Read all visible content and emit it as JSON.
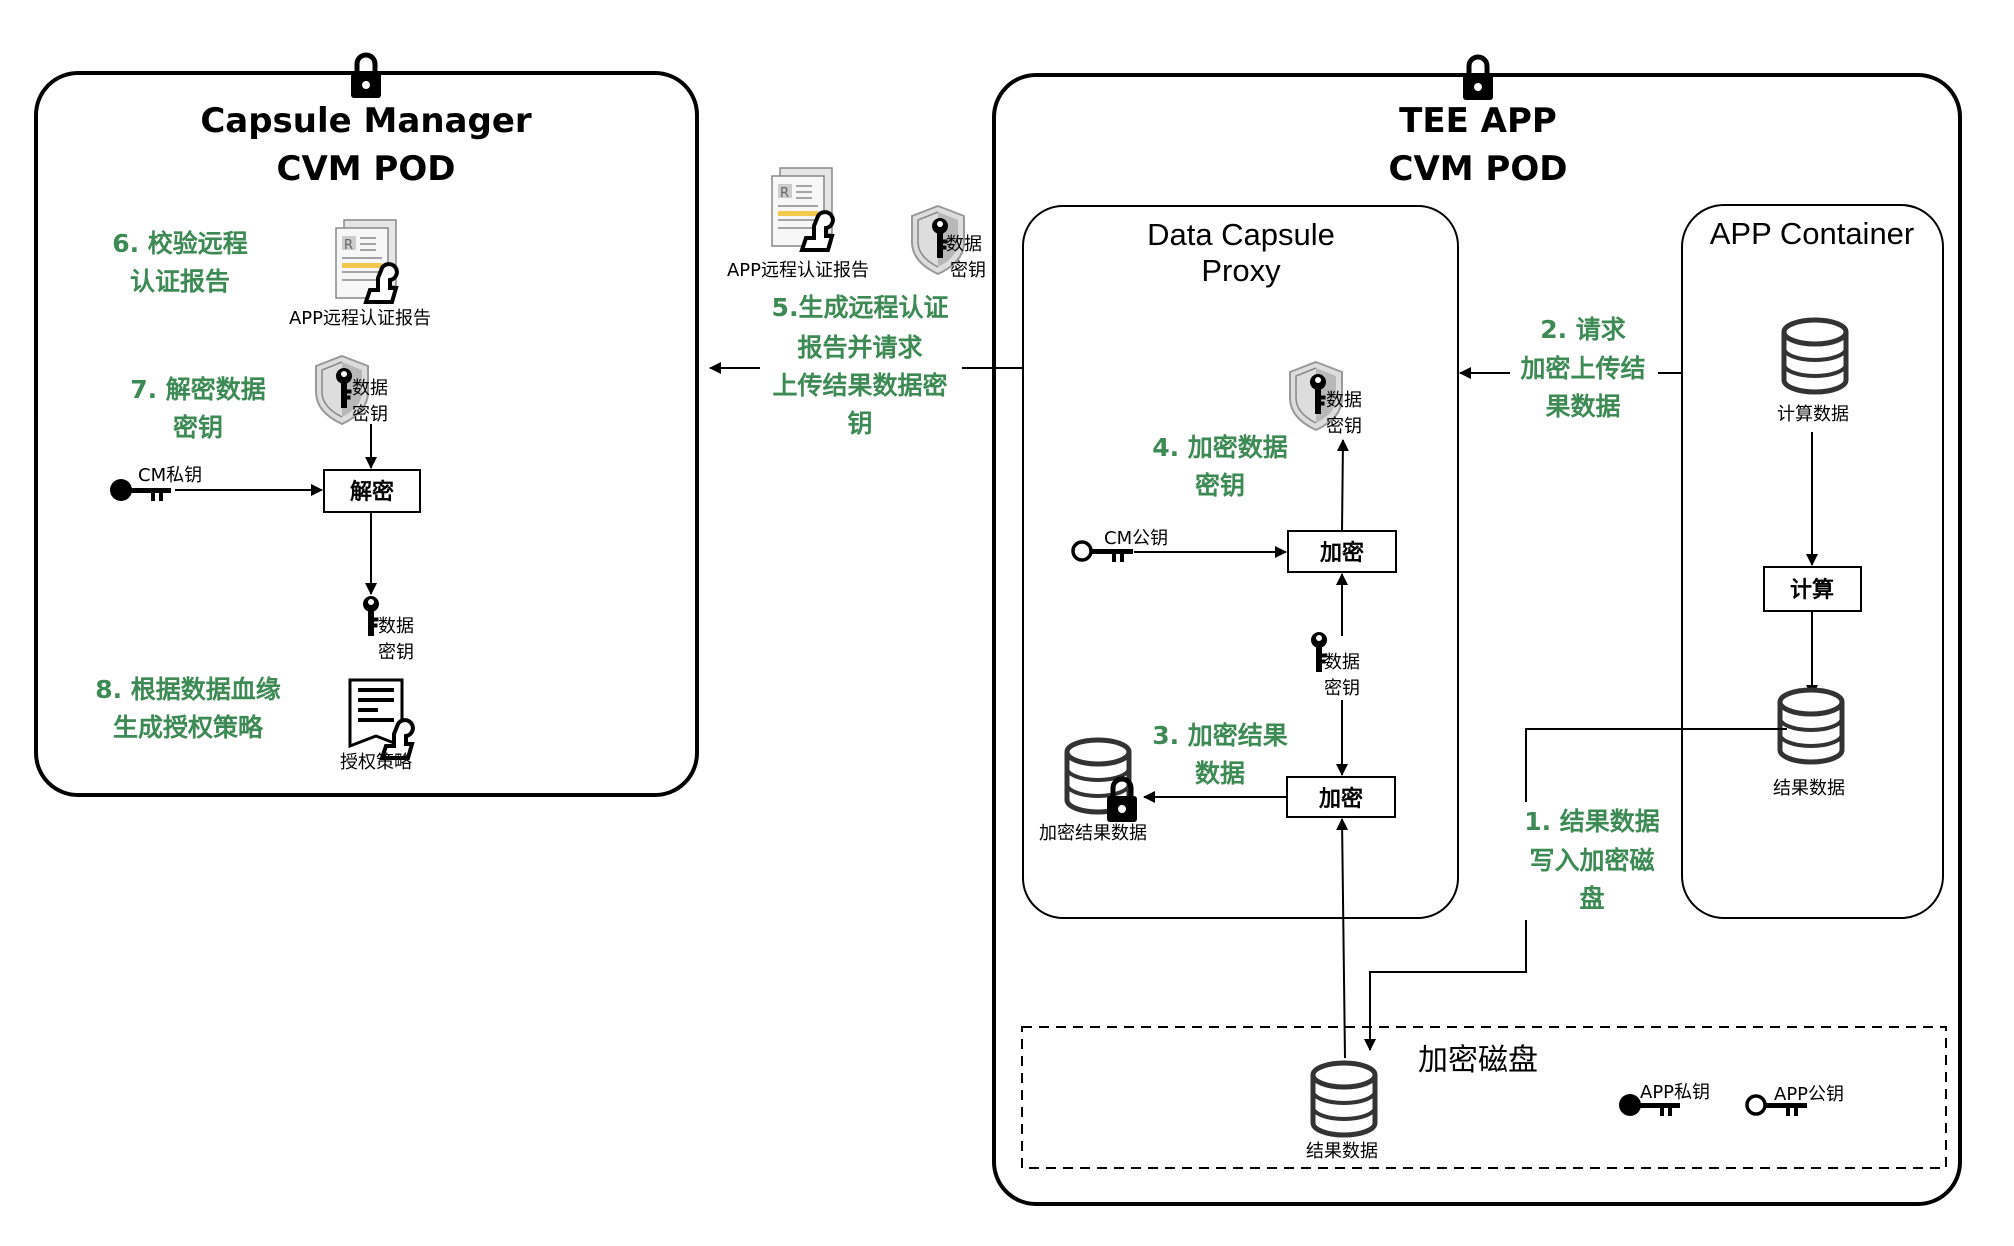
{
  "capsule_manager": {
    "title_line1": "Capsule Manager",
    "title_line2": "CVM POD",
    "report_label": "APP远程认证报告",
    "data_key_label_1": "数据",
    "data_key_label_2": "密钥",
    "cm_private_key": "CM私钥",
    "decrypt_box": "解密",
    "out_key_label_1": "数据",
    "out_key_label_2": "密钥",
    "policy_label": "授权策略",
    "step6": [
      "6. 校验远程",
      "认证报告"
    ],
    "step7": [
      "7. 解密数据",
      "密钥"
    ],
    "step8": [
      "8. 根据数据血缘",
      "生成授权策略"
    ]
  },
  "middle": {
    "report_label": "APP远程认证报告",
    "data_key_label_1": "数据",
    "data_key_label_2": "密钥",
    "step5": [
      "5.生成远程认证",
      "报告并请求",
      "上传结果数据密",
      "钥"
    ]
  },
  "tee_app": {
    "title_line1": "TEE APP",
    "title_line2": "CVM POD",
    "data_capsule_proxy": {
      "title_line1": "Data Capsule",
      "title_line2": "Proxy",
      "shield_key_label_1": "数据",
      "shield_key_label_2": "密钥",
      "step4": [
        "4. 加密数据",
        "密钥"
      ],
      "cm_public_key": "CM公钥",
      "encrypt_box_1": "加密",
      "mid_key_label_1": "数据",
      "mid_key_label_2": "密钥",
      "step3": [
        "3. 加密结果",
        "数据"
      ],
      "encrypt_box_2": "加密",
      "encrypted_result": "加密结果数据"
    },
    "app_container": {
      "title": "APP Container",
      "compute_data": "计算数据",
      "compute_box": "计算",
      "result_data": "结果数据"
    },
    "step2": [
      "2. 请求",
      "加密上传结",
      "果数据"
    ],
    "step1": [
      "1. 结果数据",
      "写入加密磁",
      "盘"
    ],
    "encrypted_disk": {
      "title": "加密磁盘",
      "result_data": "结果数据",
      "app_private_key": "APP私钥",
      "app_public_key": "APP公钥"
    }
  },
  "colors": {
    "step_text": "#3d8a55",
    "stroke": "#000000",
    "shield_gray": "#c8c8c8",
    "report_yellow": "#f2c94c"
  }
}
